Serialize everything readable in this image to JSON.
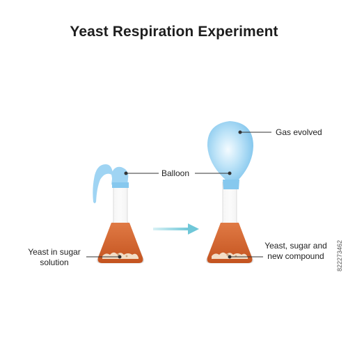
{
  "title": "Yeast Respiration Experiment",
  "labels": {
    "gas": "Gas evolved",
    "balloon": "Balloon",
    "left_flask": "Yeast in sugar solution",
    "right_flask": "Yeast, sugar and new compound"
  },
  "stock_id": "822273462",
  "colors": {
    "liquid": "#d96a35",
    "balloon": "#8ecff2",
    "arrow": "#8ed6e3",
    "glass": "#f0f0f0"
  }
}
